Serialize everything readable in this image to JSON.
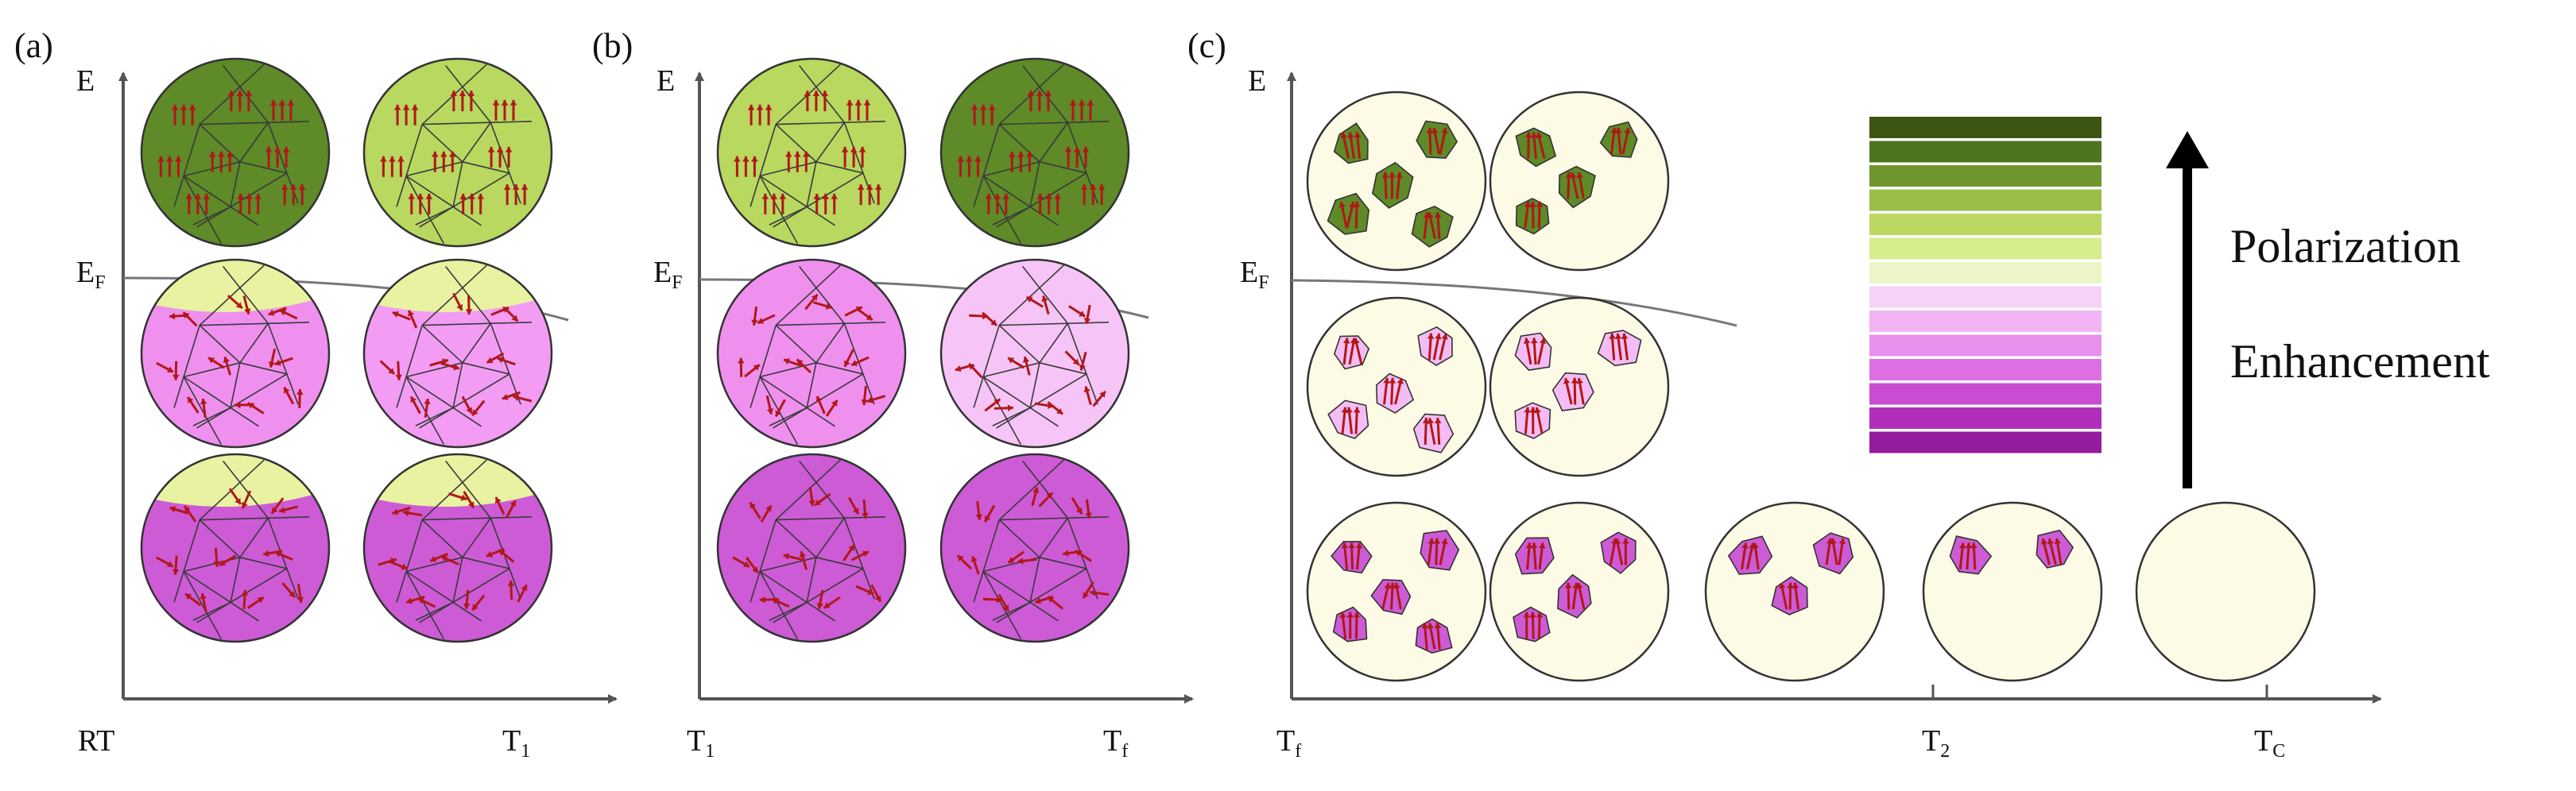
{
  "panels": [
    {
      "id": "a",
      "tag": "(a)",
      "y_axis": "E",
      "ef_main": "E",
      "ef_sub": "F",
      "x_start_main": "RT",
      "x_start_sub": "",
      "x_end_main": "T",
      "x_end_sub": "1",
      "rows": [
        [
          "#5e8a28",
          "#b8d860"
        ],
        [
          "#ef90ef",
          "#f29cf4"
        ],
        [
          "#cd5bd6",
          "#cd5bd6"
        ]
      ]
    },
    {
      "id": "b",
      "tag": "(b)",
      "y_axis": "E",
      "ef_main": "E",
      "ef_sub": "F",
      "x_start_main": "T",
      "x_start_sub": "1",
      "x_end_main": "T",
      "x_end_sub": "f",
      "rows": [
        [
          "#b8d860",
          "#5e8a28"
        ],
        [
          "#ef90ef",
          "#f6c4f6"
        ],
        [
          "#cd5bd6",
          "#cd5bd6"
        ]
      ]
    },
    {
      "id": "c",
      "tag": "(c)",
      "y_axis": "E",
      "ef_main": "E",
      "ef_sub": "F",
      "x_start_main": "T",
      "x_start_sub": "f",
      "ticks": [
        {
          "main": "T",
          "sub": "2"
        },
        {
          "main": "T",
          "sub": "C"
        }
      ],
      "ellipsis": "...",
      "background": "#fdfbe6",
      "grain_colors": [
        "#5e8a28",
        "#f4bcf4",
        "#cd5bd6"
      ]
    }
  ],
  "legend": {
    "colors": [
      "#3d5512",
      "#4f741e",
      "#6f962e",
      "#9bbd4a",
      "#bcd862",
      "#d7ee8e",
      "#ecf5c8",
      "#f6d2f6",
      "#f2b4f4",
      "#e98fec",
      "#dc70e2",
      "#c94cd2",
      "#b02eba",
      "#951c9e"
    ]
  },
  "arrow_label_line1": "Polarization",
  "arrow_label_line2": "Enhancement",
  "colors": {
    "axis": "#555555",
    "grain_edge": "#3a3a3a",
    "dipole": "#b01818",
    "pale_domain": "#e8f2a0"
  }
}
